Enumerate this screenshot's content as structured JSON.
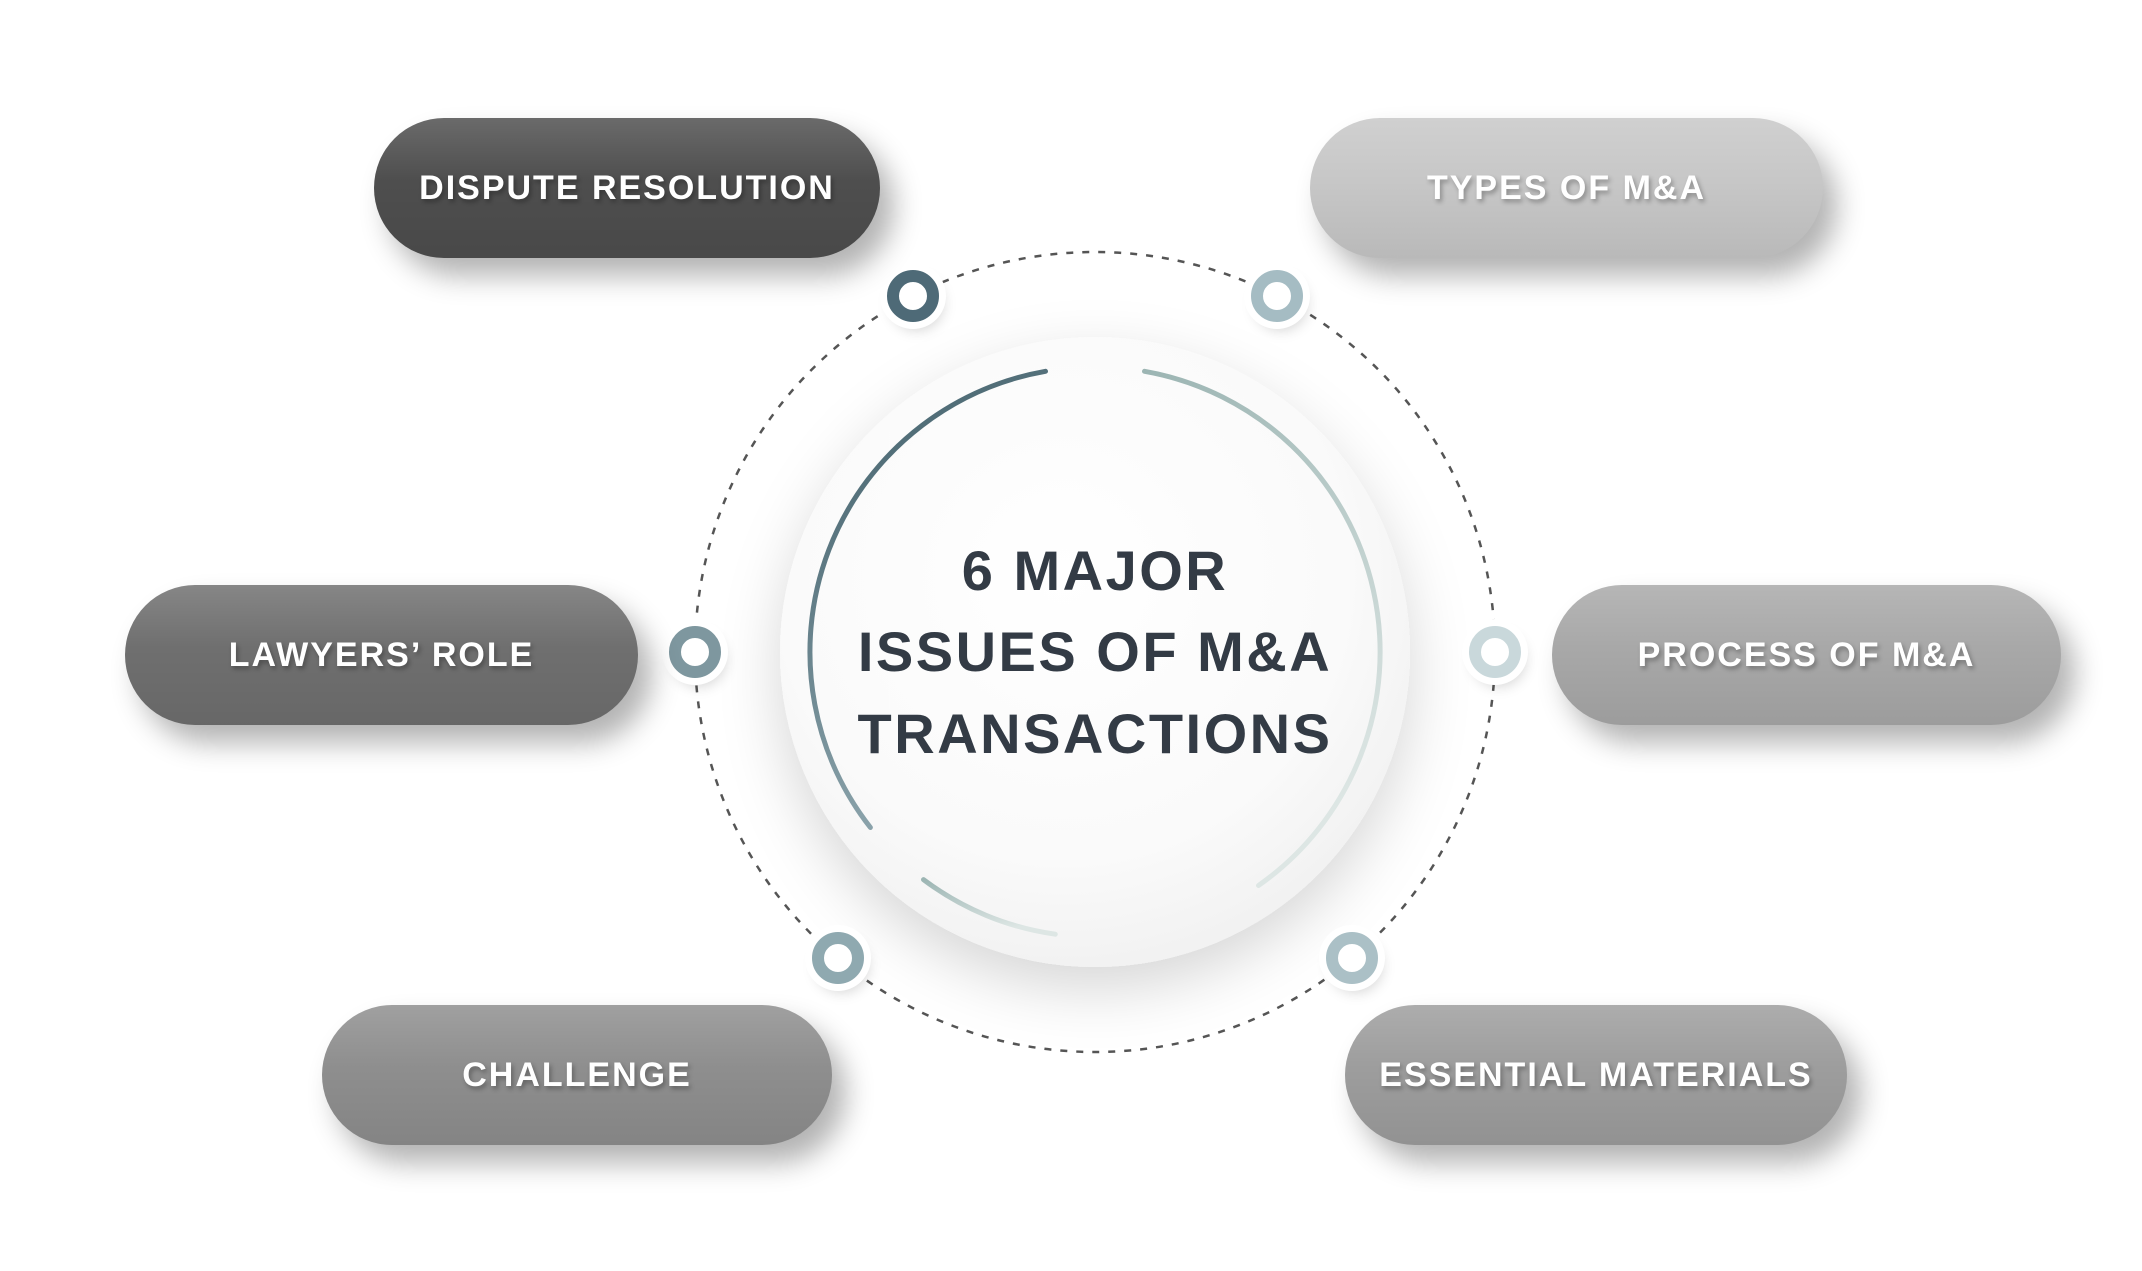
{
  "diagram": {
    "background": "#ffffff",
    "dashed_circle_color": "#555555"
  },
  "center": {
    "line1": "6 MAJOR",
    "line2": "ISSUES OF M&A",
    "line3": "TRANSACTIONS",
    "text_color": "#333b45",
    "ring_left_gradient": {
      "from": "#3f5d68",
      "to": "#8ba3ab"
    },
    "ring_right_gradient": {
      "from": "#9cb5b3",
      "to": "#dde6e4"
    }
  },
  "nodes": [
    {
      "label": "DISPUTE RESOLUTION",
      "pill_color": "#4e4e4e",
      "marker_color": "#4e6a77"
    },
    {
      "label": "TYPES OF M&A",
      "pill_color": "#c7c7c7",
      "marker_color": "#a5bcc3"
    },
    {
      "label": "LAWYERS’ ROLE",
      "pill_color": "#6f6f6f",
      "marker_color": "#7e979f"
    },
    {
      "label": "PROCESS OF M&A",
      "pill_color": "#a8a8a8",
      "marker_color": "#c9d8db"
    },
    {
      "label": "CHALLENGE",
      "pill_color": "#8e8e8e",
      "marker_color": "#8fa9b0"
    },
    {
      "label": "ESSENTIAL MATERIALS",
      "pill_color": "#9d9d9d",
      "marker_color": "#abc0c6"
    }
  ]
}
